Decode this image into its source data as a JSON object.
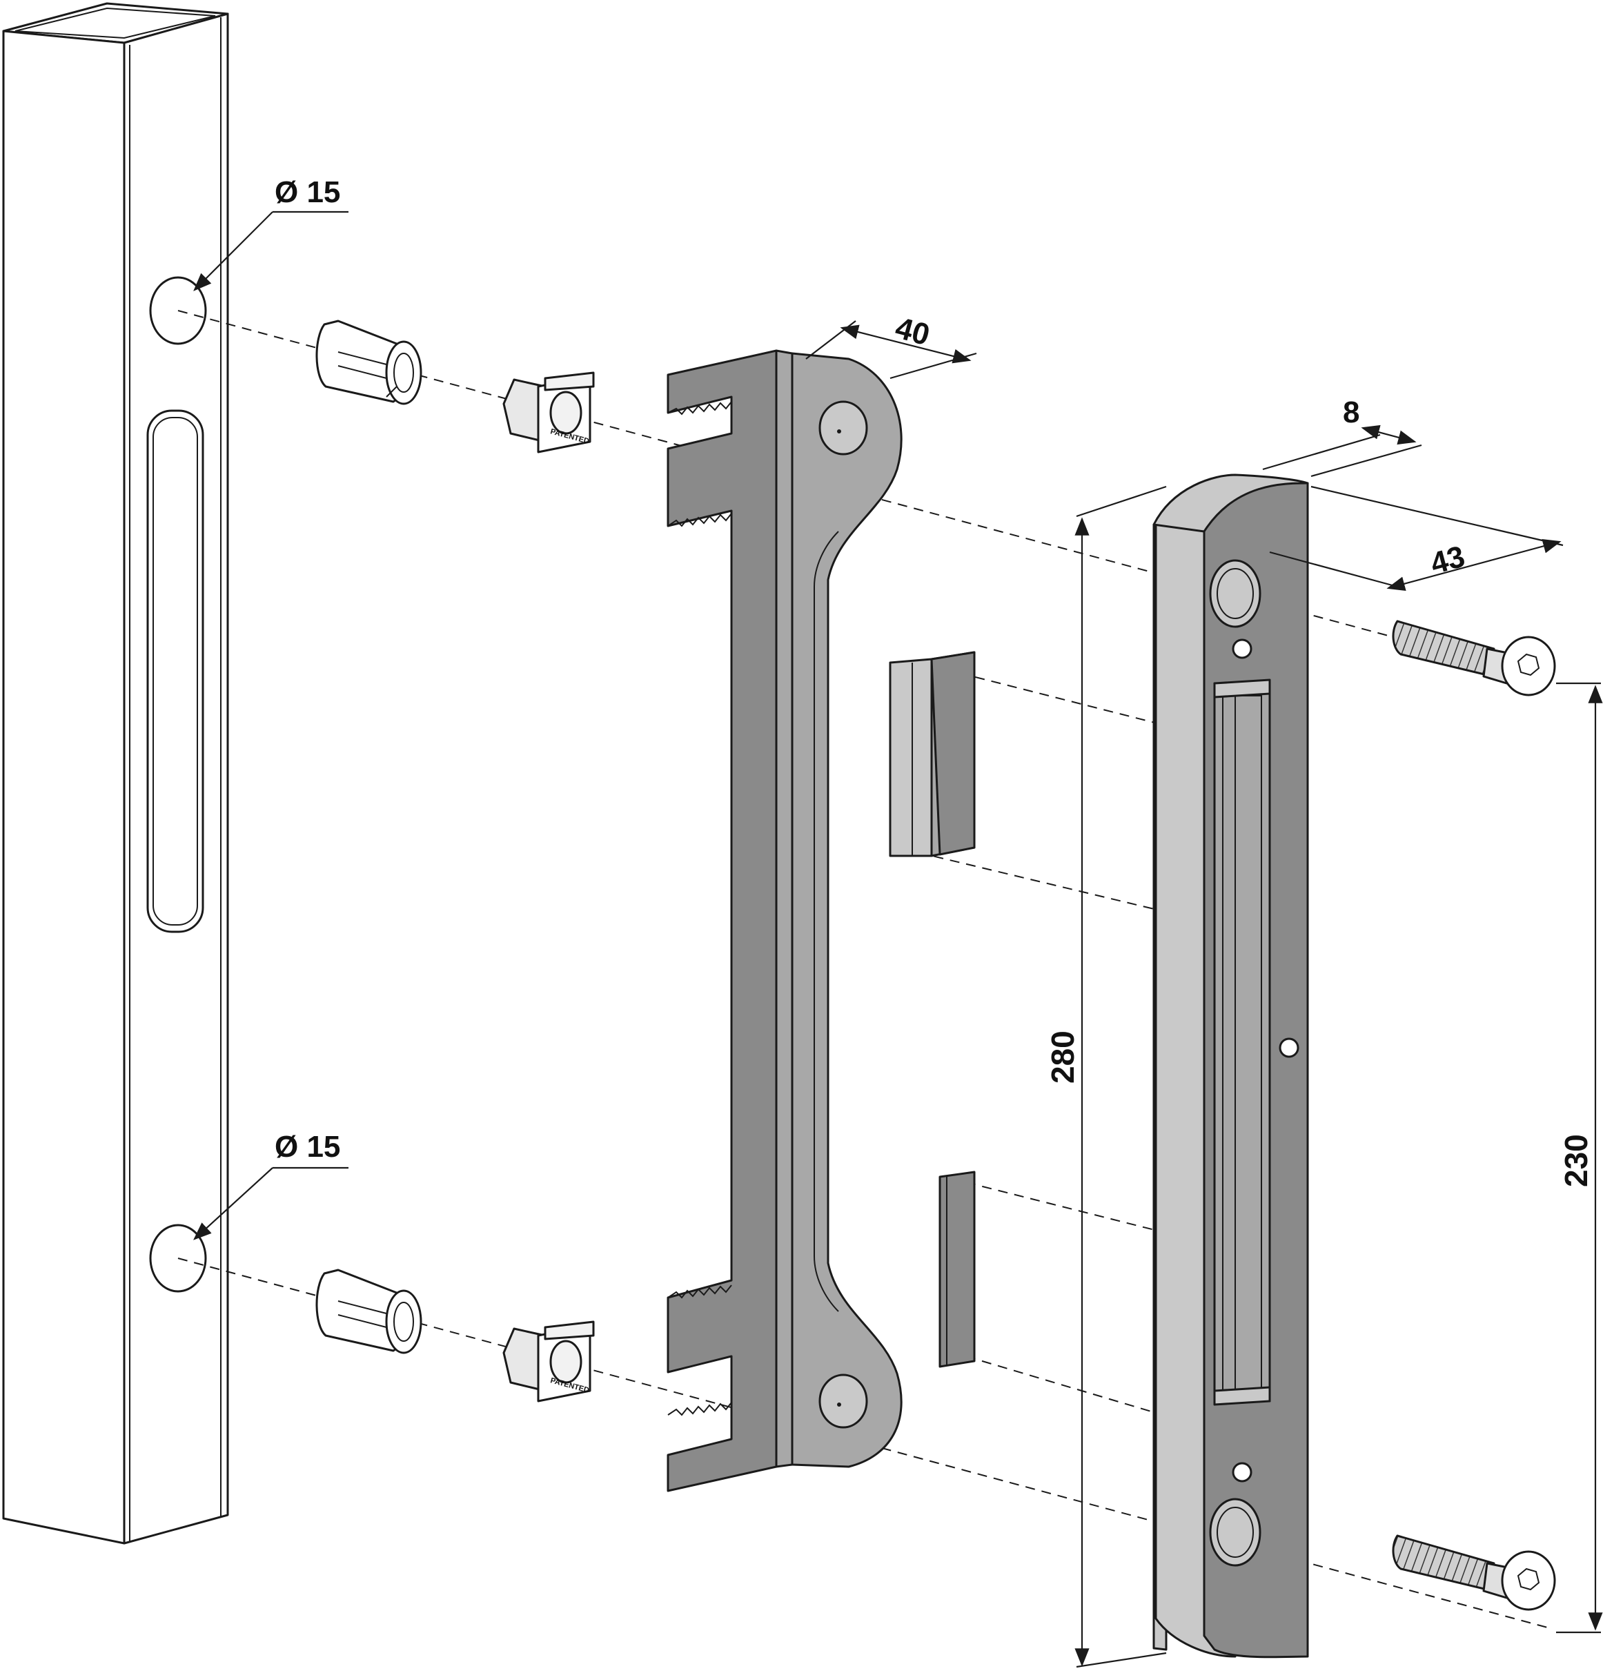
{
  "dimensions": {
    "hole_top": "Ø 15",
    "hole_bottom": "Ø 15",
    "bracket_depth": "40",
    "keeper_thickness": "8",
    "keeper_width": "43",
    "keeper_height": "280",
    "screw_spacing": "230"
  },
  "labels": {
    "bush_stamp_top": "PATENTED",
    "bush_stamp_bottom": "PATENTED"
  },
  "colors": {
    "dark_metal": "#8a8a8a",
    "mid_metal": "#a8a8a8",
    "light_metal": "#c9c9c9",
    "outline": "#1a1a1a",
    "background": "#ffffff"
  }
}
